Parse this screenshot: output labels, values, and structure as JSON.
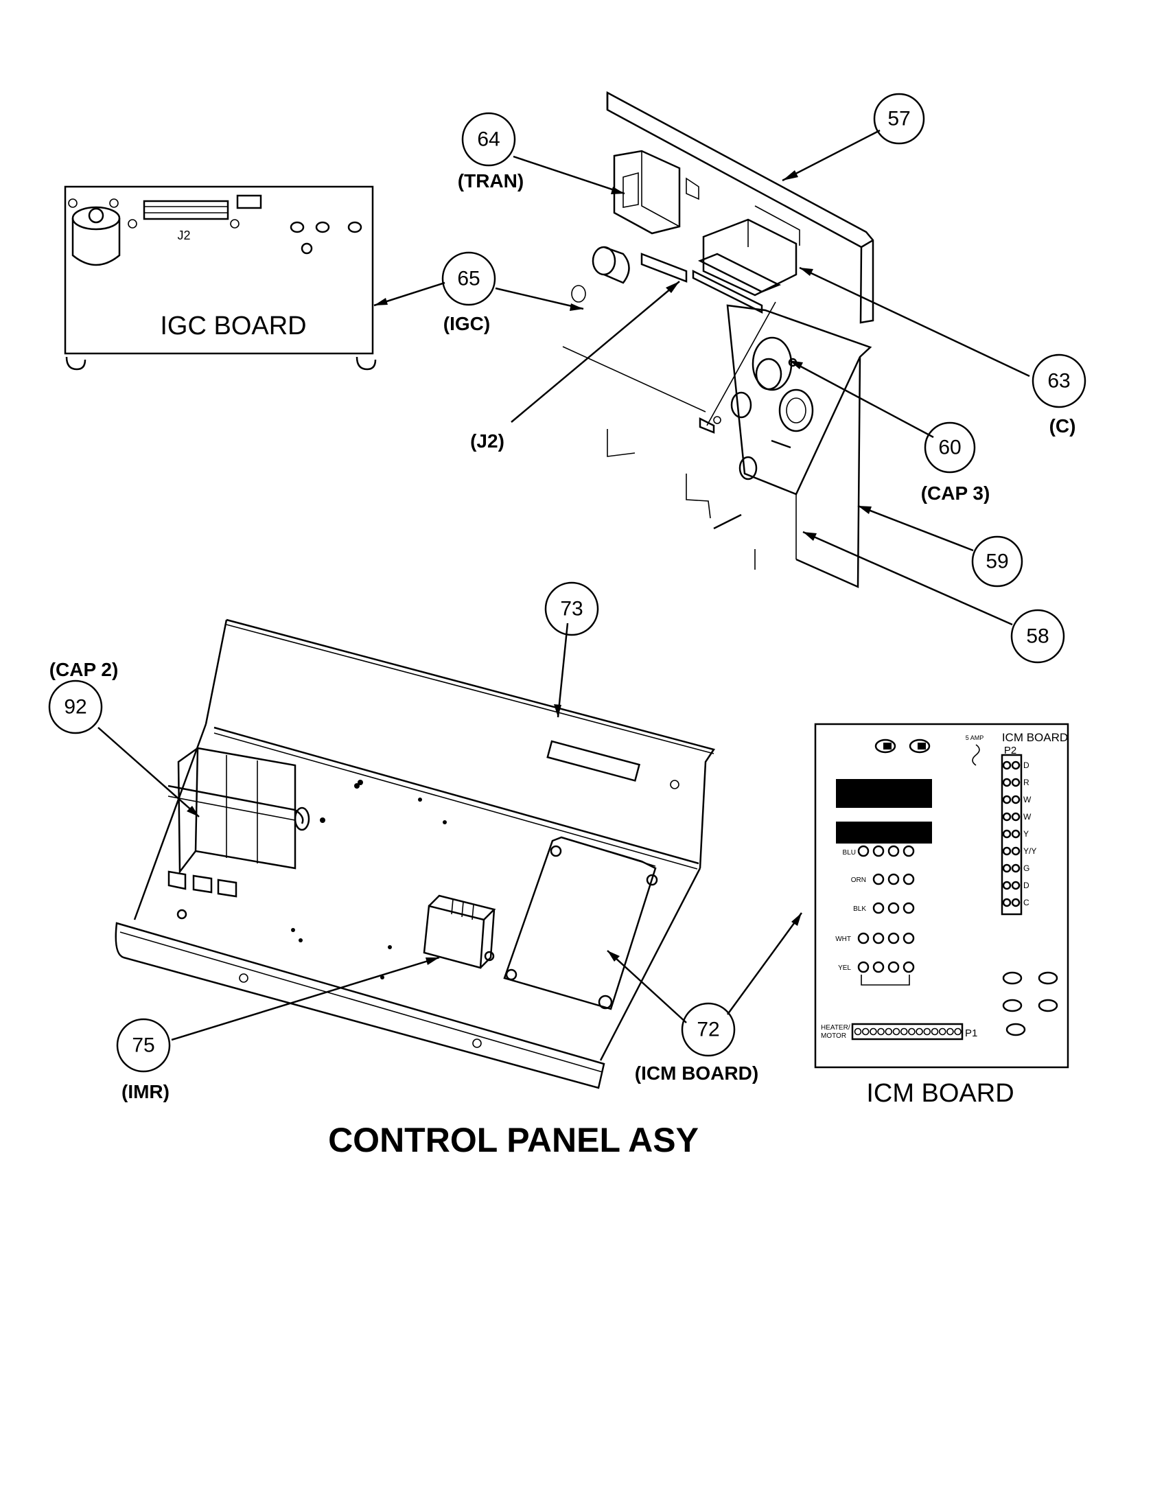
{
  "callouts": [
    {
      "id": "57",
      "number": "57",
      "sub": ""
    },
    {
      "id": "58",
      "number": "58",
      "sub": ""
    },
    {
      "id": "59",
      "number": "59",
      "sub": ""
    },
    {
      "id": "60",
      "number": "60",
      "sub": "(CAP 3)"
    },
    {
      "id": "63",
      "number": "63",
      "sub": "(C)"
    },
    {
      "id": "64",
      "number": "64",
      "sub": "(TRAN)"
    },
    {
      "id": "65",
      "number": "65",
      "sub": "(IGC)"
    },
    {
      "id": "72",
      "number": "72",
      "sub": "(ICM BOARD)"
    },
    {
      "id": "73",
      "number": "73",
      "sub": ""
    },
    {
      "id": "75",
      "number": "75",
      "sub": "(IMR)"
    },
    {
      "id": "92",
      "number": "92",
      "sub": "(CAP 2)"
    }
  ],
  "other_labels": {
    "j2_callout": "(J2)"
  },
  "igc_board": {
    "label": "IGC BOARD",
    "connector": "J2"
  },
  "icm_board": {
    "label": "ICM BOARD",
    "header": "ICM BOARD",
    "fuse": "5 AMP",
    "connector_p2": "P2",
    "connector_p1": "P1",
    "p1_label_line1": "HEATER/",
    "p1_label_line2": "MOTOR",
    "p2_pins": [
      "D",
      "R",
      "W",
      "W",
      "Y",
      "Y/Y",
      "G",
      "D",
      "C"
    ],
    "left_wires": [
      "BLU",
      "ORN",
      "BLK",
      "WHT",
      "YEL"
    ]
  },
  "title": "CONTROL PANEL ASY"
}
